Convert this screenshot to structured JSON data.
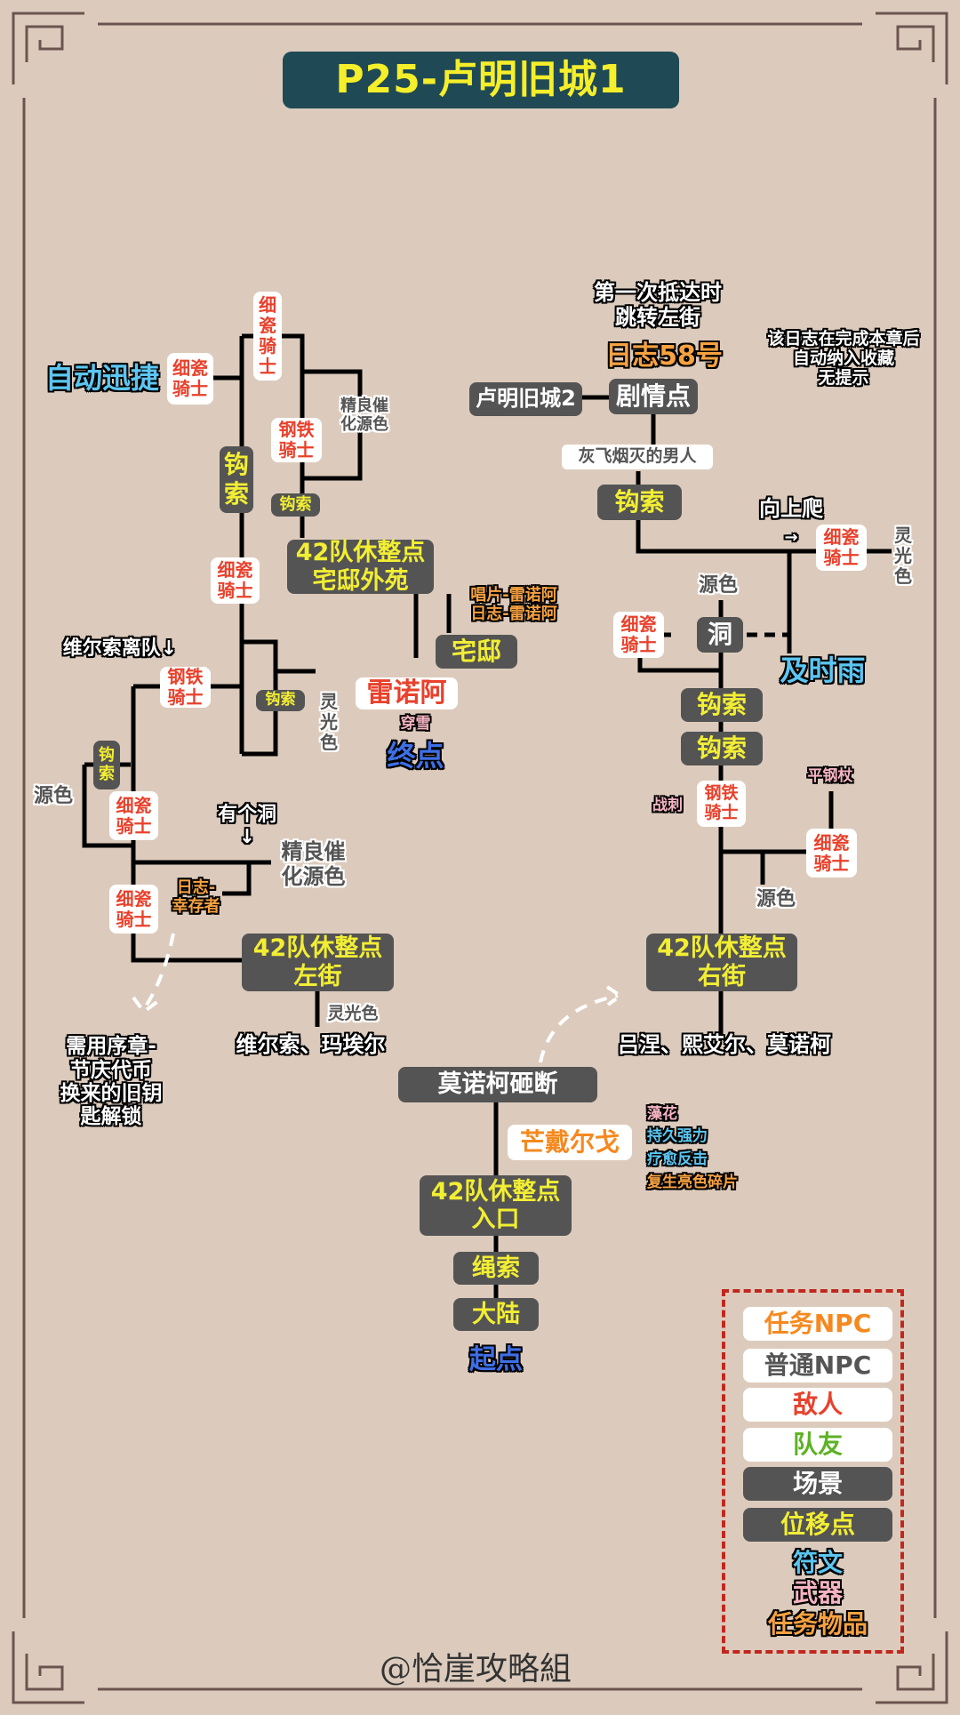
{
  "title": "P25-卢明旧城1",
  "colors": {
    "background": "#dccbbd",
    "scene": "#545454",
    "teleport_text": "#f2ee34",
    "enemy": "#e8412c",
    "rune": "#5cc6f2",
    "endpoint": "#3f6fe6",
    "quest_item": "#f6a242",
    "weapon": "#f4b4c2",
    "legend_border": "#c0281e"
  },
  "left": {
    "rune_auto_swift": "自动迅捷",
    "enemy_porcelain_1": "细瓷\n骑士",
    "enemy_porcelain_vertical": "细\n瓷\n骑\n士",
    "enemy_steel_1": "钢铁\n骑士",
    "item_fine_catalyst_1": "精良催\n化源色",
    "hook_vertical": "钩\n索",
    "hook_small_1": "钩索",
    "rest_mansion_garden": "42队休整点\n宅邸外苑",
    "quest_items_renoir": "唱片-雷诺阿\n日志-雷诺阿",
    "scene_mansion": "宅邸",
    "npc_renoir": "雷诺阿",
    "weapon_chuanxue": "穿雪",
    "end_label": "终点",
    "enemy_porcelain_2": "细瓷\n骑士",
    "note_verso_leaves": "维尔索离队↓",
    "enemy_steel_2": "钢铁\n骑士",
    "hook_small_2": "钩索",
    "item_glow_color_1": "灵\n光\n色",
    "hook_small_3": "钩\n索",
    "item_source_color_1": "源色",
    "enemy_porcelain_3": "细瓷\n骑士",
    "note_hole": "有个洞\n↓",
    "item_fine_catalyst_2": "精良催\n化源色",
    "quest_item_survivor": "日志-\n幸存者",
    "enemy_porcelain_4": "细瓷\n骑士",
    "rest_left_street": "42队休整点\n左街",
    "item_glow_color_2": "灵光色",
    "npcs_left_street": "维尔索、玛埃尔",
    "note_key": "需用序章-\n节庆代币\n换来的旧钥\n匙解锁"
  },
  "right": {
    "note_first_arrival": "第一次抵达时\n跳转左街",
    "quest_item_journal58": "日志58号",
    "note_journal": "该日志在完成本章后\n自动纳入收藏\n无提示",
    "scene_lumiere2": "卢明旧城2",
    "scene_story": "剧情点",
    "npc_ashen_man": "灰飞烟灭的男人",
    "hook_1": "钩索",
    "note_climb": "向上爬",
    "note_climb_arrow": "→",
    "enemy_porcelain_1": "细瓷\n骑士",
    "item_glow_color": "灵\n光\n色",
    "item_source_color_1": "源色",
    "enemy_porcelain_2": "细瓷\n骑士",
    "scene_hole": "洞",
    "rune_timely_rain": "及时雨",
    "hook_2": "钩索",
    "hook_3": "钩索",
    "weapon_zhanci": "战刺",
    "enemy_steel": "钢铁\n骑士",
    "weapon_pinggangzhang": "平钢杖",
    "enemy_porcelain_3": "细瓷\n骑士",
    "item_source_color_2": "源色",
    "rest_right_street": "42队休整点\n右街",
    "npcs_right_street": "吕涅、熙艾尔、莫诺柯"
  },
  "center": {
    "scene_monoco_smash": "莫诺柯砸断",
    "npc_mangdaerge": "芒戴尔戈",
    "weapon_zaohua": "藻花",
    "rune_lasting_power": "持久强力",
    "rune_heal_counter": "疗愈反击",
    "quest_item_revive_shard": "复生亮色碎片",
    "rest_entrance": "42队休整点\n入口",
    "tp_rope": "绳索",
    "scene_continent": "大陆",
    "start_label": "起点"
  },
  "legend": {
    "quest_npc": "任务NPC",
    "normal_npc": "普通NPC",
    "enemy": "敌人",
    "ally": "队友",
    "scene": "场景",
    "teleport": "位移点",
    "rune": "符文",
    "weapon": "武器",
    "quest_item": "任务物品"
  },
  "signature": "@恰崖攻略組"
}
